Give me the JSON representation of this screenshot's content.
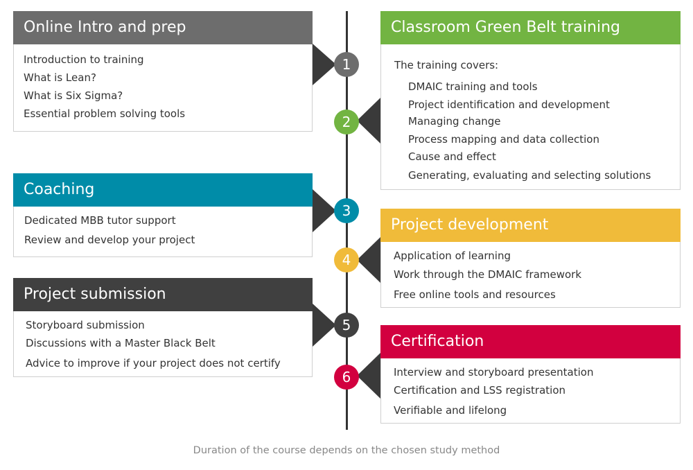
{
  "colors": {
    "grey": "#6d6d6d",
    "green": "#72b442",
    "teal": "#008ca8",
    "yellow": "#f0bb3a",
    "dark": "#404040",
    "red": "#d2003f",
    "spine": "#333333"
  },
  "steps": [
    {
      "number": "1",
      "title": "Online Intro and prep",
      "items": [
        "Introduction to training",
        "What is Lean?",
        "What is Six Sigma?",
        "Essential problem solving tools"
      ]
    },
    {
      "number": "2",
      "title": "Classroom Green Belt training",
      "intro": "The training covers:",
      "items": [
        "DMAIC training and tools",
        "Project identification and development",
        "Managing change",
        "Process mapping and data collection",
        "Cause and effect",
        "Generating, evaluating and selecting solutions"
      ]
    },
    {
      "number": "3",
      "title": "Coaching",
      "items": [
        "Dedicated MBB tutor support",
        "Review and develop your project"
      ]
    },
    {
      "number": "4",
      "title": "Project development",
      "items": [
        "Application of learning",
        "Work through the DMAIC framework",
        "Free online tools and resources"
      ]
    },
    {
      "number": "5",
      "title": "Project submission",
      "items": [
        "Storyboard submission",
        "Discussions with a Master Black Belt",
        "Advice to improve if your project does not certify"
      ]
    },
    {
      "number": "6",
      "title": "Certification",
      "items": [
        "Interview and storyboard presentation",
        "Certification and LSS registration",
        "Verifiable and lifelong"
      ]
    }
  ],
  "caption": "Duration of the course depends on the chosen study method"
}
